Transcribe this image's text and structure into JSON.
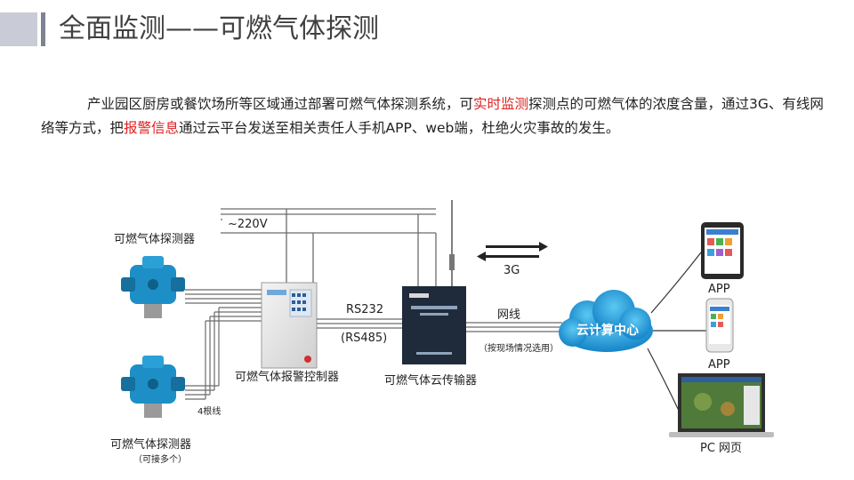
{
  "header": {
    "title": "全面监测——可燃气体探测"
  },
  "intro": {
    "p1": "产业园区厨房或餐饮场所等区域通过部署可燃气体探测系统，可",
    "h1": "实时监测",
    "p2": "探测点的可燃气体的浓度含量，通过3G、有线网络等方式，把",
    "h2": "报警信息",
    "p3": "通过云平台发送至相关责任人手机APP、web端，杜绝火灾事故的发生。"
  },
  "diagram": {
    "power_label": "~220V",
    "detector_top_label": "可燃气体探测器",
    "detector_bottom_label": "可燃气体探测器",
    "detector_bottom_note": "（可接多个）",
    "wire_label": "4根线",
    "controller_label": "可燃气体报警控制器",
    "rs232_label": "RS232",
    "rs485_label": "(RS485)",
    "transmitter_label": "可燃气体云传输器",
    "network_label": "网线",
    "network_note": "（按现场情况选用）",
    "wireless_label": "3G",
    "cloud_label": "云计算中心",
    "app1_label": "APP",
    "app2_label": "APP",
    "pc_label": "PC 网页",
    "colors": {
      "detector": "#1d8fc6",
      "cloud": "#1c9ad8",
      "line": "#6b6b6b"
    }
  }
}
